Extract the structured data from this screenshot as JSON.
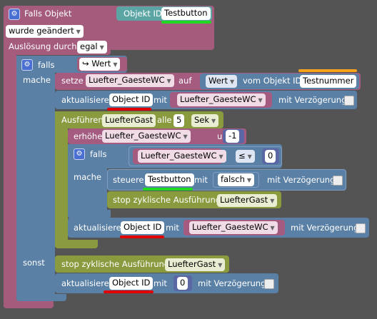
{
  "colors": {
    "event": "#a45b7c",
    "logic": "#5b80a5",
    "var": "#a55b80",
    "timer": "#8a9a3f",
    "control": "#5ba5a5",
    "underline_green": "#21d921",
    "underline_red": "#e00000",
    "underline_orange": "#f7a21b"
  },
  "event": {
    "title": "Falls Objekt",
    "object_label": "Objekt ID",
    "object_value": "Testbutton",
    "change_mode": "wurde geändert",
    "trigger_label": "Auslösung durch",
    "trigger_value": "egal"
  },
  "if1": {
    "if_label": "falls",
    "condition": "Wert",
    "do_label": "mache",
    "else_label": "sonst"
  },
  "set1": {
    "set_label": "setze",
    "var": "Luefter_GaesteWC",
    "auf": "auf",
    "value": "Wert",
    "from_label": "vom Objekt ID",
    "from_value": "Testnummer"
  },
  "update1": {
    "label": "aktualisiere",
    "object": "Object ID",
    "mit": "mit",
    "var": "Luefter_GaesteWC",
    "delay_label": "mit Verzögerung"
  },
  "interval": {
    "label": "Ausführen",
    "name": "LuefterGast",
    "every": "alle",
    "value": "5",
    "unit": "Sek"
  },
  "increment": {
    "label": "erhöhe",
    "var": "Luefter_GaesteWC",
    "um": "um",
    "value": "-1"
  },
  "if2": {
    "if_label": "falls",
    "var": "Luefter_GaesteWC",
    "op": "≤",
    "value": "0",
    "do_label": "mache"
  },
  "control": {
    "label": "steuere",
    "object": "Testbutton",
    "mit": "mit",
    "value": "falsch",
    "delay_label": "mit Verzögerung"
  },
  "stop1": {
    "label": "stop zyklische Ausführung",
    "name": "LuefterGast"
  },
  "update2": {
    "label": "aktualisiere",
    "object": "Object ID",
    "mit": "mit",
    "var": "Luefter_GaesteWC",
    "delay_label": "mit Verzögerung"
  },
  "stop2": {
    "label": "stop zyklische Ausführung",
    "name": "LuefterGast"
  },
  "update3": {
    "label": "aktualisiere",
    "object": "Object ID",
    "mit": "mit",
    "value": "0",
    "delay_label": "mit Verzögerung"
  }
}
